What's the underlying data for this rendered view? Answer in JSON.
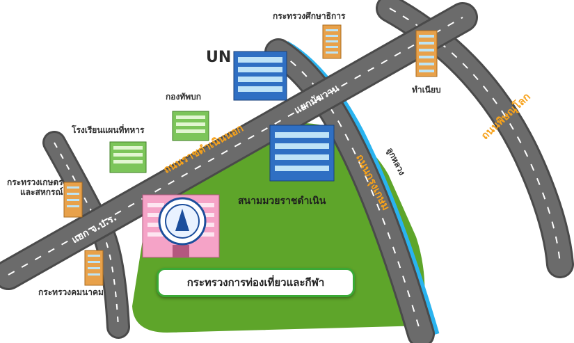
{
  "labels": {
    "education": "กระทรวงศึกษาธิการ",
    "un": "UN",
    "army": "กองทัพบก",
    "school": "โรงเรียนแผนที่ทหาร",
    "agriculture": "กระทรวงเกษตร\nและสหกรณ์",
    "transport": "กระทรวงคมนาคม",
    "government_house": "ทำเนียบ",
    "stadium": "สนามมวยราชดำเนิน",
    "tourism": "กระทรวงการท่องเที่ยวและกีฬา"
  },
  "roads": {
    "ratchadamnoen_nok": "ถนนราชดำเนินนอก",
    "krung_kasem": "ถนนกรุงเกษม",
    "phitsanulok": "ถนนพิษณุโลก",
    "mak_khwan": "แยกมัฆวาน",
    "jpr": "แยก จ.ป.ร.",
    "canal": "ลูกหลวง"
  },
  "colors": {
    "road": "#6b6b6b",
    "road_edge": "#4a4a4a",
    "grass": "#5ea52a",
    "water": "#2ab3ef",
    "road_text": "#f7a21b"
  },
  "icons": [
    "building-blue-icon",
    "building-orange-icon",
    "building-green-icon",
    "building-pink-icon",
    "emblem-icon"
  ]
}
